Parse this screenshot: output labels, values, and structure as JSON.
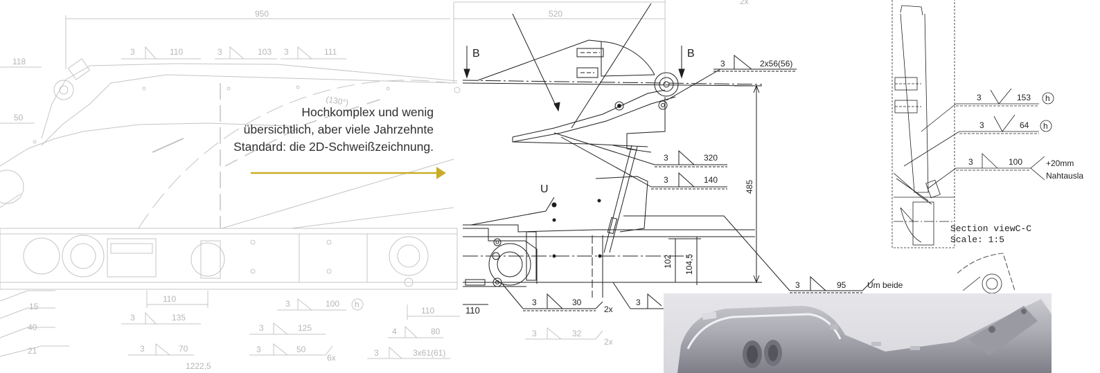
{
  "caption": {
    "lines": [
      "Hochkomplex und wenig",
      "übersichtlich, aber viele Jahrzehnte",
      "Standard: die 2D-Schweißzeichnung."
    ]
  },
  "colors": {
    "arrow": "#c9ad27",
    "caption_text": "#2f2f2f",
    "drawing_lines": "#1e1e1e",
    "faded_lines": "#c4c4c4"
  },
  "faded_view": {
    "dimensions": {
      "d950": "950",
      "d520": "520",
      "d118": "118",
      "d50": "50",
      "d15": "15",
      "d40": "40",
      "d21": "21",
      "d110a": "110",
      "d110b": "110",
      "d110c": "110",
      "d1222": "1222,5",
      "angle": "(130°)",
      "top2x": "2x"
    },
    "welds": [
      {
        "size": "3",
        "length": "110"
      },
      {
        "size": "3",
        "length": "103"
      },
      {
        "size": "3",
        "length": "111"
      },
      {
        "size": "3",
        "length": "135"
      },
      {
        "size": "3",
        "length": "100"
      },
      {
        "size": "3",
        "length": "125"
      },
      {
        "size": "3",
        "length": "70"
      },
      {
        "size": "3",
        "length": "50"
      },
      {
        "size": "4",
        "length": "80"
      },
      {
        "size": "3",
        "length": "3x61(61)"
      },
      {
        "size": "3",
        "length": "32"
      }
    ],
    "note_h": "h",
    "note_6x": "6x",
    "note_2x": "2x"
  },
  "main_view": {
    "section_left": "B",
    "section_right": "B",
    "label_u": "U",
    "weld_top": {
      "size": "3",
      "length": "2x56(56)"
    },
    "weld_320": {
      "size": "3",
      "length": "320"
    },
    "weld_140": {
      "size": "3",
      "length": "140"
    },
    "weld_30": {
      "size": "3",
      "length": "30",
      "note": "2x"
    },
    "weld_partial": {
      "size": "3"
    },
    "weld_95": {
      "size": "3",
      "length": "95",
      "note": "Um beide"
    },
    "dim_485": "485",
    "dim_102": "102",
    "dim_1045": "104,5",
    "dim_110": "110"
  },
  "section_view": {
    "weld_153": {
      "size": "3",
      "length": "153",
      "note": "h"
    },
    "weld_64": {
      "size": "3",
      "length": "64",
      "note": "h"
    },
    "weld_100": {
      "size": "3",
      "length": "100",
      "note1": "+20mm",
      "note2": "Nahtausla"
    },
    "title": "Section viewC-C",
    "scale": "Scale: 1:5"
  }
}
